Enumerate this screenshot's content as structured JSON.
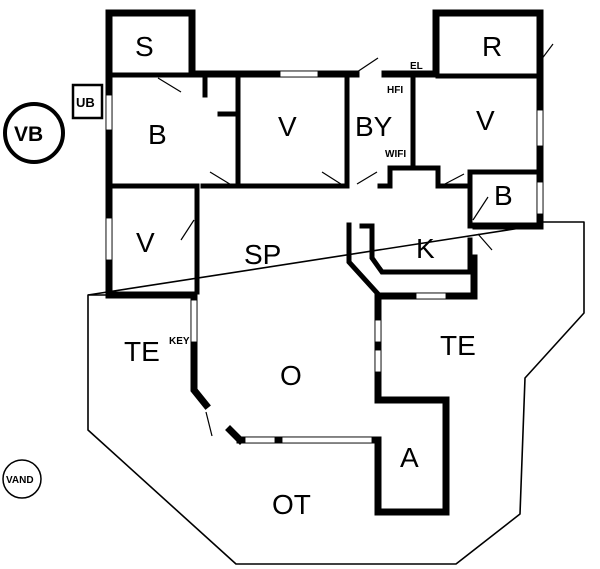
{
  "rooms": {
    "s": "S",
    "r": "R",
    "b_left": "B",
    "v_top": "V",
    "by": "BY",
    "v_right": "V",
    "b_right": "B",
    "v_left": "V",
    "sp": "SP",
    "k": "K",
    "te_left": "TE",
    "te_right": "TE",
    "o": "O",
    "a": "A",
    "ot": "OT"
  },
  "markers": {
    "ub": "UB",
    "vb": "VB",
    "vand": "VAND",
    "el": "EL",
    "hfi": "HFI",
    "wifi": "WIFI",
    "key": "KEY"
  }
}
